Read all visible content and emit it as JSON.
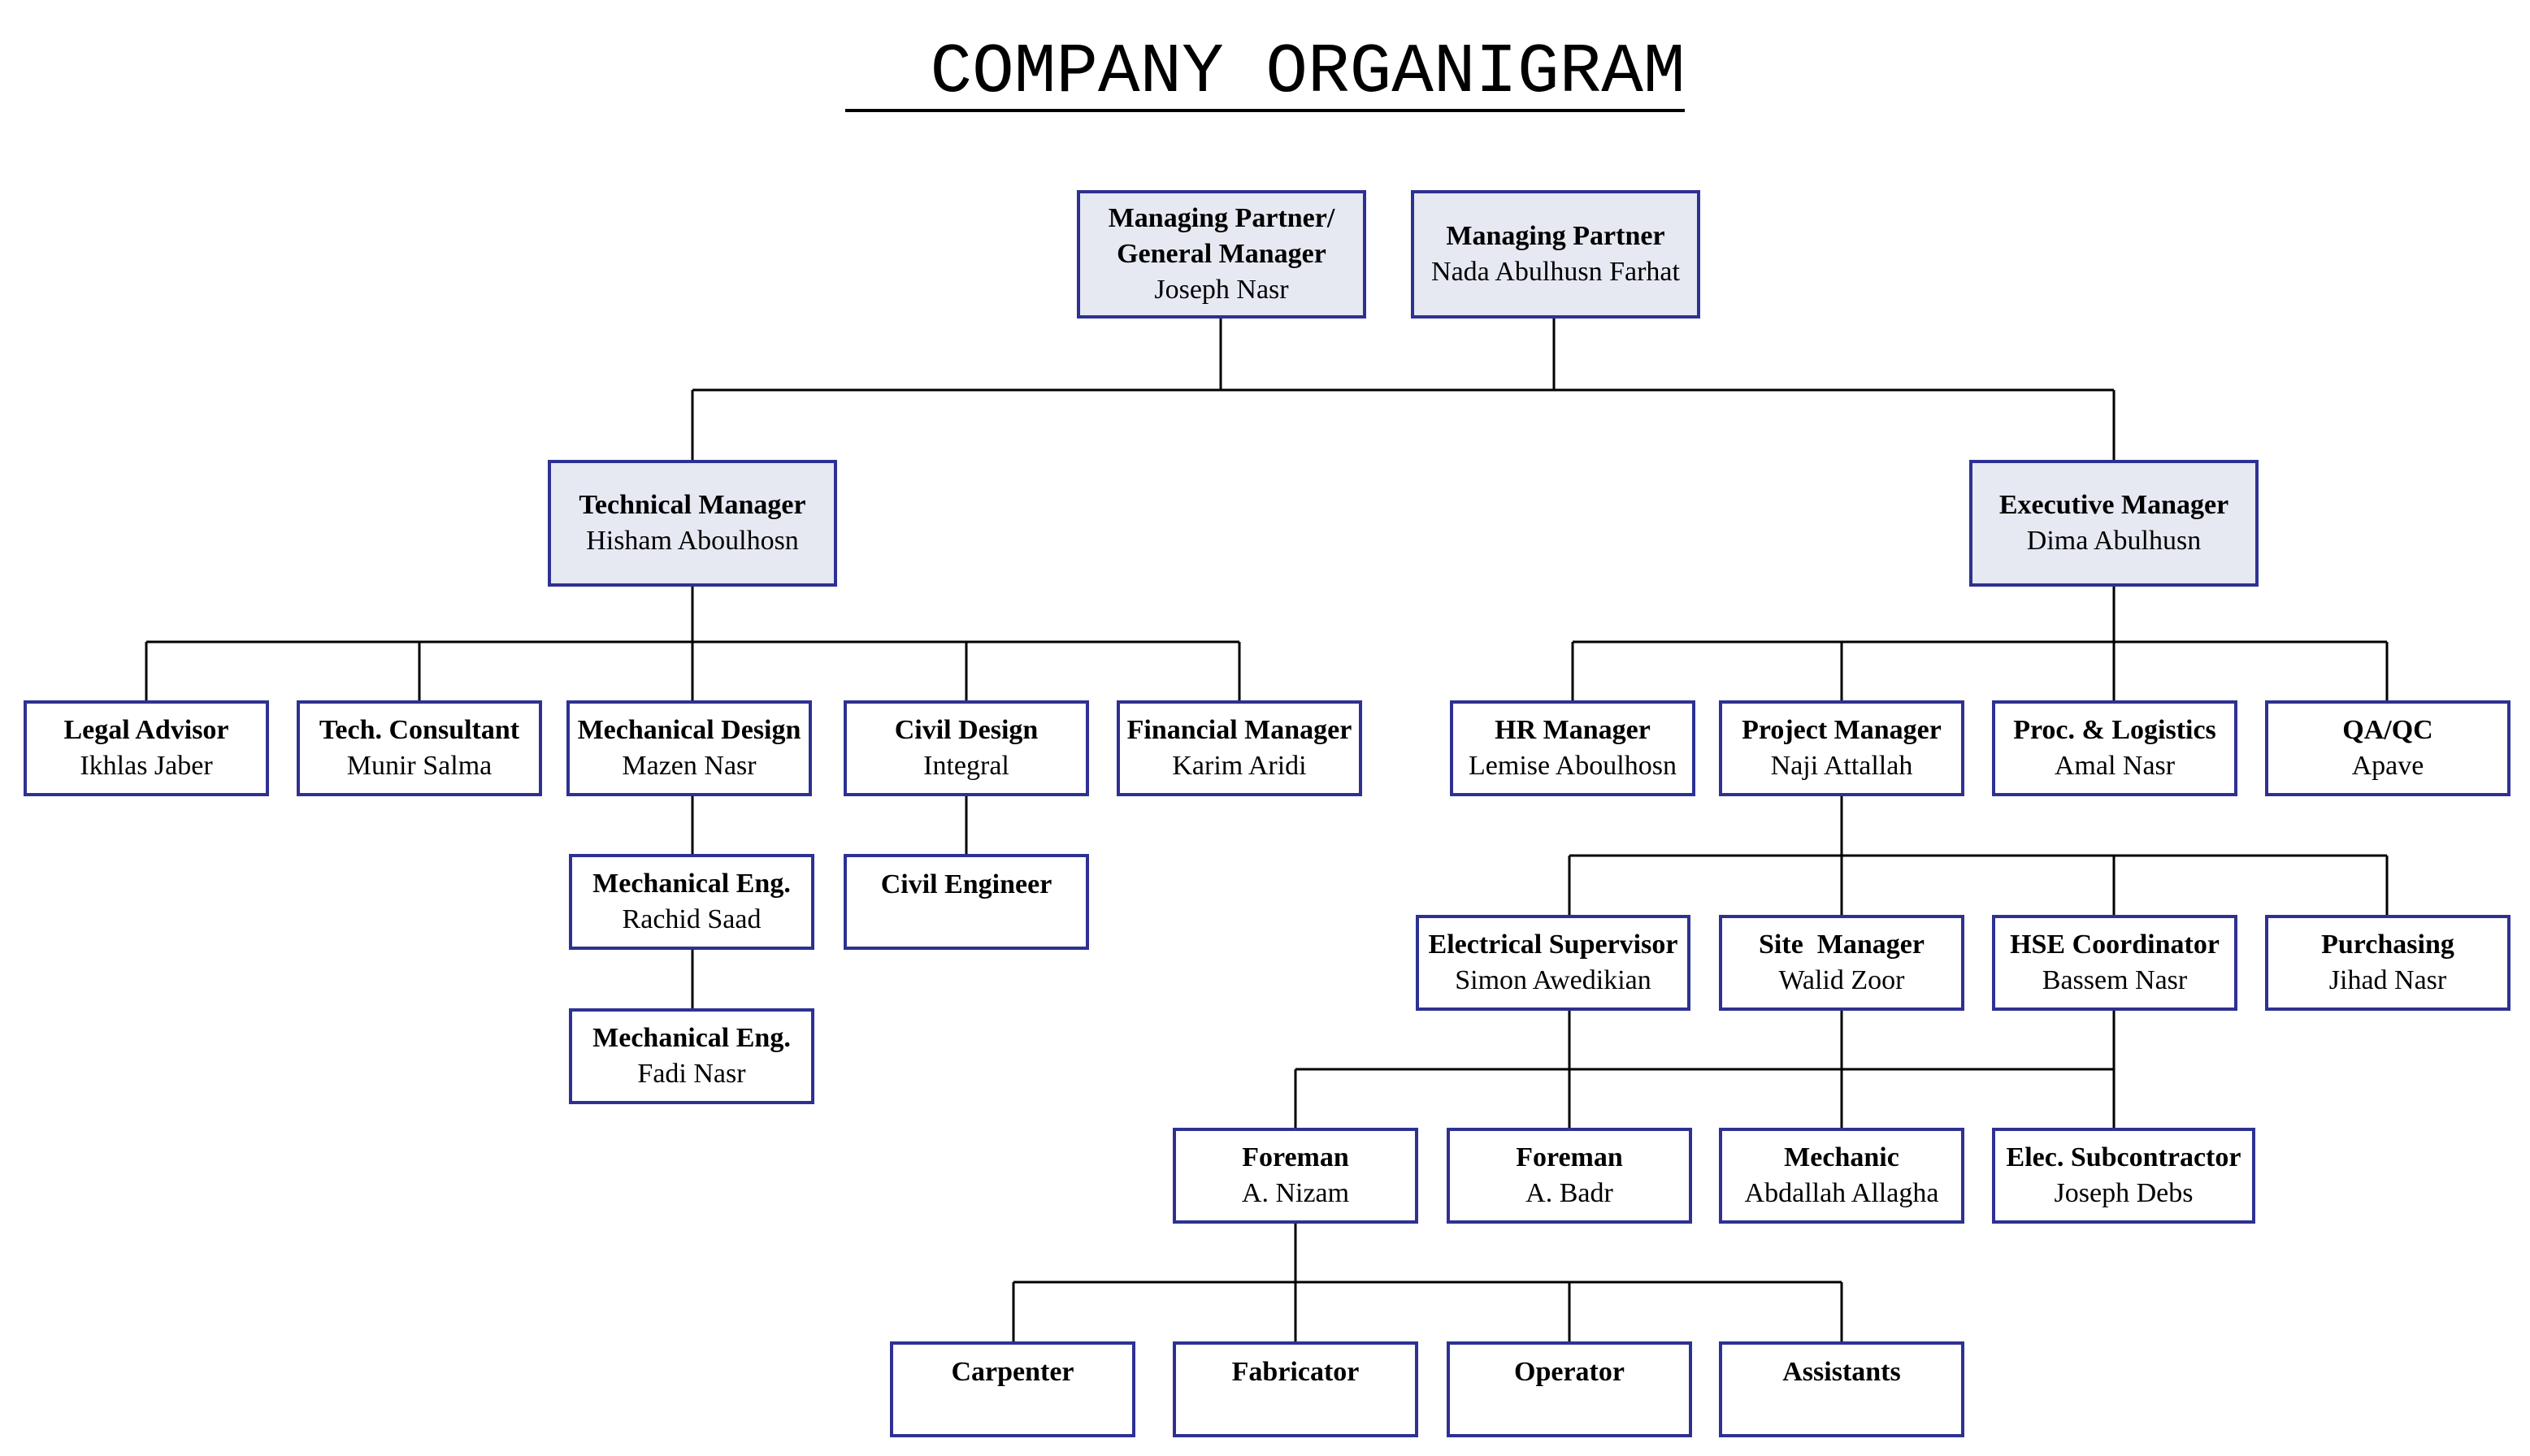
{
  "title": "COMPANY ORGANIGRAM",
  "colors": {
    "box_border": "#2e3192",
    "exec_fill": "#e6e8f2",
    "line": "#000000"
  },
  "nodes": {
    "gm": {
      "role1": "Managing Partner/",
      "role2": "General Manager",
      "name": "Joseph Nasr"
    },
    "mp": {
      "role": "Managing Partner",
      "name": "Nada Abulhusn Farhat"
    },
    "tech_manager": {
      "role": "Technical Manager",
      "name": "Hisham Aboulhosn"
    },
    "exec_manager": {
      "role": "Executive Manager",
      "name": "Dima Abulhusn"
    },
    "legal": {
      "role": "Legal Advisor",
      "name": "Ikhlas Jaber"
    },
    "tech_consultant": {
      "role": "Tech. Consultant",
      "name": "Munir Salma"
    },
    "mech_design": {
      "role": "Mechanical Design",
      "name": "Mazen Nasr"
    },
    "civil_design": {
      "role": "Civil Design",
      "name": "Integral"
    },
    "financial": {
      "role": "Financial Manager",
      "name": "Karim Aridi"
    },
    "mech_eng1": {
      "role": "Mechanical Eng.",
      "name": "Rachid Saad"
    },
    "mech_eng2": {
      "role": "Mechanical Eng.",
      "name": "Fadi Nasr"
    },
    "civil_engineer": {
      "role": "Civil Engineer"
    },
    "hr": {
      "role": "HR Manager",
      "name": "Lemise Aboulhosn"
    },
    "project_manager": {
      "role": "Project Manager",
      "name": "Naji Attallah"
    },
    "proc": {
      "role": "Proc. & Logistics",
      "name": "Amal Nasr"
    },
    "qa": {
      "role": "QA/QC",
      "name": "Apave"
    },
    "elec_supervisor": {
      "role": "Electrical Supervisor",
      "name": "Simon Awedikian"
    },
    "site_manager": {
      "role": "Site  Manager",
      "name": "Walid Zoor"
    },
    "hse": {
      "role": "HSE Coordinator",
      "name": "Bassem Nasr"
    },
    "purchasing": {
      "role": "Purchasing",
      "name": "Jihad Nasr"
    },
    "foreman1": {
      "role": "Foreman",
      "name": "A. Nizam"
    },
    "foreman2": {
      "role": "Foreman",
      "name": "A. Badr"
    },
    "mechanic": {
      "role": "Mechanic",
      "name": "Abdallah Allagha"
    },
    "elec_sub": {
      "role": "Elec. Subcontractor",
      "name": "Joseph Debs"
    },
    "carpenter": {
      "role": "Carpenter"
    },
    "fabricator": {
      "role": "Fabricator"
    },
    "operator": {
      "role": "Operator"
    },
    "assistants": {
      "role": "Assistants"
    }
  }
}
